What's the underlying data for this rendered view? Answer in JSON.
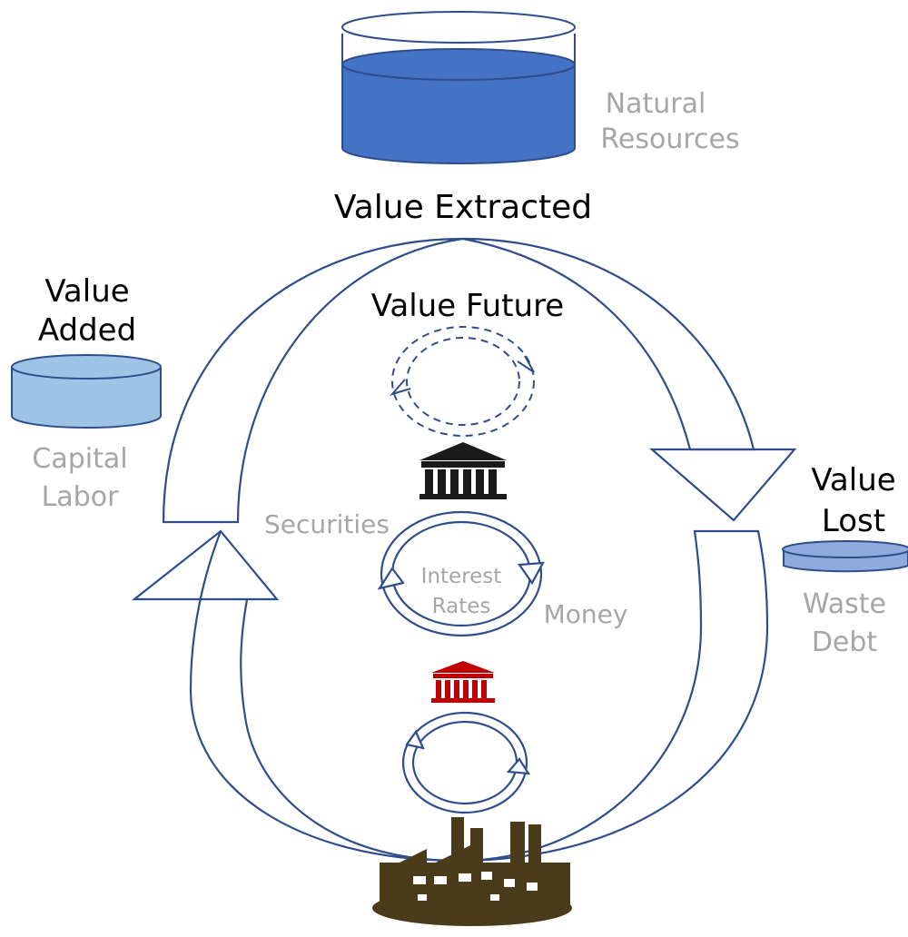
{
  "colors": {
    "outline": "#2f4d8c",
    "reservoir_fill_dark": "#4472c4",
    "reservoir_fill_light": "#9dc3e6",
    "reservoir_fill_mid": "#8faadc",
    "label_dark": "#000000",
    "label_grey": "#a6a6a6",
    "bank_black": "#1a1a1a",
    "bank_red": "#c00000",
    "factory": "#4a3b1a"
  },
  "icons": {
    "natural_resources": "reservoir-cylinder-icon",
    "capital_labor": "reservoir-cylinder-icon",
    "waste_debt": "reservoir-cylinder-icon",
    "top_bank": "bank-building-icon",
    "central_bank": "bank-building-icon",
    "factory": "factory-icon"
  },
  "labels": {
    "value_extracted": "Value Extracted",
    "value_future": "Value Future",
    "value_added_line1": "Value",
    "value_added_line2": "Added",
    "value_lost_line1": "Value",
    "value_lost_line2": "Lost",
    "natural_resources_line1": "Natural",
    "natural_resources_line2": "Resources",
    "capital_labor_line1": "Capital",
    "capital_labor_line2": "Labor",
    "waste_debt_line1": "Waste",
    "waste_debt_line2": "Debt",
    "securities": "Securities",
    "money": "Money",
    "interest_rates_line1": "Interest",
    "interest_rates_line2": "Rates"
  }
}
